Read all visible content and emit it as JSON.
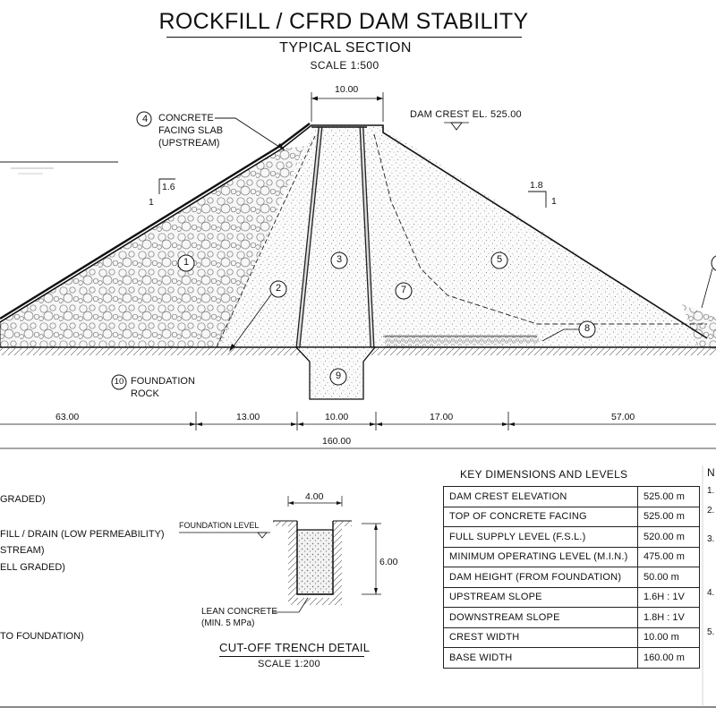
{
  "header": {
    "title": "ROCKFILL / CFRD DAM STABILITY",
    "subtitle": "TYPICAL SECTION",
    "scale": "SCALE 1:500"
  },
  "section": {
    "crest_width_dim": "10.00",
    "crest_label": "DAM CREST EL. 525.00",
    "facing_label": [
      "CONCRETE",
      "FACING SLAB",
      "(UPSTREAM)"
    ],
    "facing_num": "4",
    "upstream_slope": {
      "h": "1.6",
      "v": "1"
    },
    "downstream_slope": {
      "h": "1.8",
      "v": "1"
    },
    "zones": [
      "1",
      "2",
      "3",
      "5",
      "7",
      "8",
      "9"
    ],
    "foundation_num": "10",
    "foundation_label": [
      "FOUNDATION",
      "ROCK"
    ],
    "dims": [
      "63.00",
      "13.00",
      "10.00",
      "17.00",
      "57.00"
    ],
    "total_dim": "160.00"
  },
  "legend": {
    "items": [
      "GRADED)",
      "FILL / DRAIN (LOW PERMEABILITY)",
      "STREAM)",
      "ELL GRADED)",
      "TO FOUNDATION)"
    ]
  },
  "cutoff": {
    "width_dim": "4.00",
    "depth_dim": "6.00",
    "foundation_level": "FOUNDATION LEVEL",
    "lean_concrete": [
      "LEAN CONCRETE",
      "(MIN. 5 MPa)"
    ],
    "title": "CUT-OFF TRENCH DETAIL",
    "scale": "SCALE 1:200"
  },
  "key": {
    "title": "KEY DIMENSIONS AND LEVELS",
    "rows": [
      {
        "name": "DAM CREST ELEVATION",
        "value": "525.00 m"
      },
      {
        "name": "TOP OF CONCRETE FACING",
        "value": "525.00 m"
      },
      {
        "name": "FULL SUPPLY LEVEL (F.S.L.)",
        "value": "520.00 m"
      },
      {
        "name": "MINIMUM OPERATING LEVEL (M.I.N.)",
        "value": "475.00 m"
      },
      {
        "name": "DAM HEIGHT (FROM FOUNDATION)",
        "value": "50.00 m"
      },
      {
        "name": "UPSTREAM SLOPE",
        "value": "1.6H : 1V"
      },
      {
        "name": "DOWNSTREAM SLOPE",
        "value": "1.8H : 1V"
      },
      {
        "name": "CREST WIDTH",
        "value": "10.00 m"
      },
      {
        "name": "BASE WIDTH",
        "value": "160.00 m"
      }
    ]
  },
  "notes": {
    "heading": "N",
    "numbers": [
      "1.",
      "2.",
      "3.",
      "4.",
      "5."
    ]
  }
}
